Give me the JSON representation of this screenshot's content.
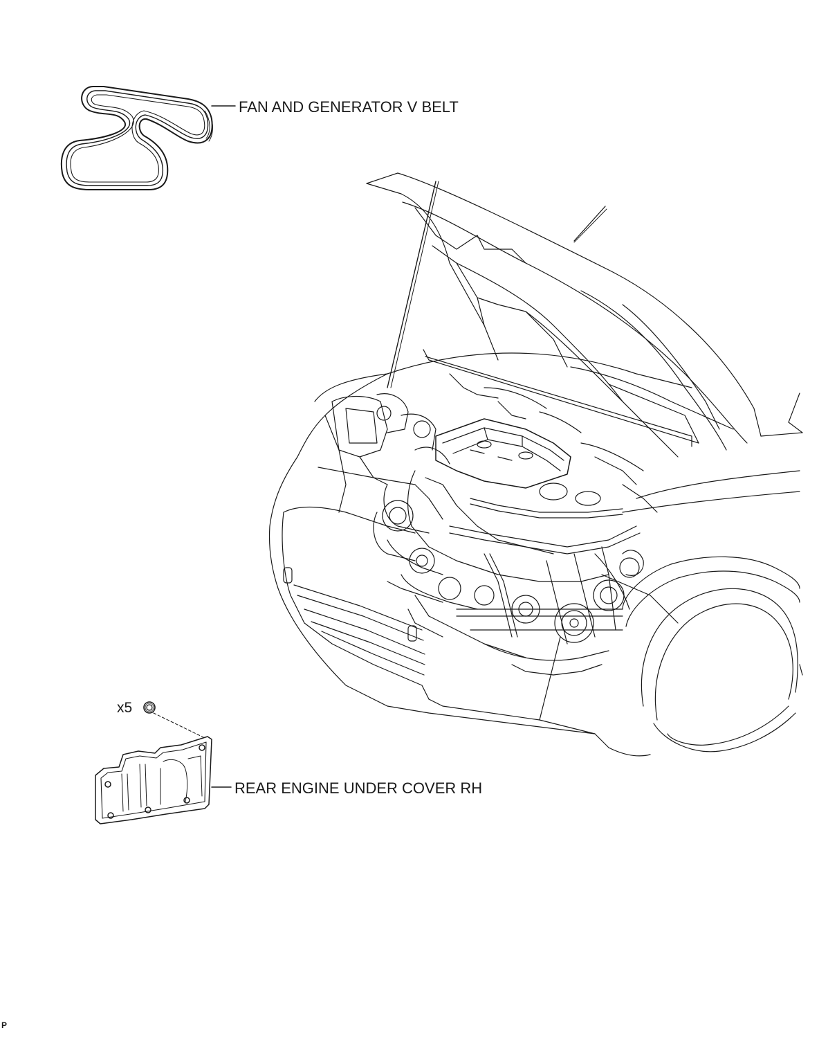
{
  "labels": {
    "belt": "FAN AND GENERATOR V BELT",
    "cover": "REAR ENGINE UNDER COVER RH",
    "quantity": "x5",
    "corner_mark": "P"
  },
  "colors": {
    "line": "#1a1a1a",
    "background": "#ffffff"
  },
  "icons": [
    "v-belt-illustration",
    "engine-bay-illustration",
    "under-cover-illustration",
    "clip-nut-icon"
  ]
}
